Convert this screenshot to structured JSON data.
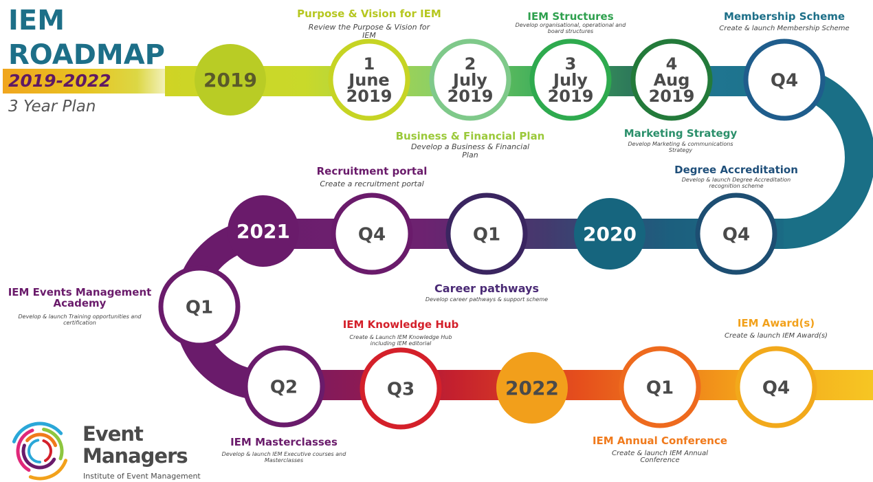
{
  "header": {
    "title_line1": "IEM",
    "title_line2": "ROADMAP",
    "years": "2019-2022",
    "plan": "3 Year Plan"
  },
  "nodes": [
    {
      "id": "n2019a",
      "lines": [
        "2019"
      ]
    },
    {
      "id": "n1",
      "lines": [
        "1",
        "June",
        "2019"
      ]
    },
    {
      "id": "n2",
      "lines": [
        "2",
        "July",
        "2019"
      ]
    },
    {
      "id": "n3",
      "lines": [
        "3",
        "July",
        "2019"
      ]
    },
    {
      "id": "n4",
      "lines": [
        "4",
        "Aug",
        "2019"
      ]
    },
    {
      "id": "nq4a",
      "lines": [
        "Q4"
      ]
    },
    {
      "id": "nq4b",
      "lines": [
        "Q4"
      ]
    },
    {
      "id": "n2020",
      "lines": [
        "2020"
      ]
    },
    {
      "id": "nq1a",
      "lines": [
        "Q1"
      ]
    },
    {
      "id": "nq4c",
      "lines": [
        "Q4"
      ]
    },
    {
      "id": "n2021",
      "lines": [
        "2021"
      ]
    },
    {
      "id": "nq1b",
      "lines": [
        "Q1"
      ]
    },
    {
      "id": "nq2",
      "lines": [
        "Q2"
      ]
    },
    {
      "id": "nq3",
      "lines": [
        "Q3"
      ]
    },
    {
      "id": "n2022",
      "lines": [
        "2022"
      ]
    },
    {
      "id": "nq1c",
      "lines": [
        "Q1"
      ]
    },
    {
      "id": "nq4d",
      "lines": [
        "Q4"
      ]
    }
  ],
  "milestones": {
    "purpose": {
      "title": "Purpose & Vision for IEM",
      "desc": "Review the Purpose & Vision for IEM"
    },
    "business": {
      "title": "Business & Financial Plan",
      "desc": "Develop a Business & Financial Plan"
    },
    "structures": {
      "title": "IEM Structures",
      "desc": "Develop organisational, operational and board structures"
    },
    "marketing": {
      "title": "Marketing Strategy",
      "desc": "Develop Marketing & communications Strategy"
    },
    "membership": {
      "title": "Membership Scheme",
      "desc": "Create & launch Membership Scheme"
    },
    "degree": {
      "title": "Degree Accreditation",
      "desc": "Develop & launch Degree Accreditation recognition scheme"
    },
    "recruitment": {
      "title": "Recruitment portal",
      "desc": "Create a recruitment portal"
    },
    "career": {
      "title": "Career pathways",
      "desc": "Develop career pathways & support scheme"
    },
    "academy": {
      "title_line1": "IEM Events Management",
      "title_line2": "Academy",
      "desc": "Develop & launch Training opportunities and certification"
    },
    "knowledge": {
      "title": "IEM Knowledge Hub",
      "desc": "Create & Launch IEM Knowledge Hub including IEM editorial"
    },
    "award": {
      "title": "IEM Award(s)",
      "desc": "Create & launch IEM Award(s)"
    },
    "masterclasses": {
      "title": "IEM Masterclasses",
      "desc": "Develop & launch IEM Executive courses and Masterclasses"
    },
    "conference": {
      "title": "IEM Annual Conference",
      "desc": "Create & launch IEM Annual Conference"
    }
  },
  "logo": {
    "line1": "Event",
    "line2": "Managers",
    "line3": "Institute of Event Management"
  }
}
